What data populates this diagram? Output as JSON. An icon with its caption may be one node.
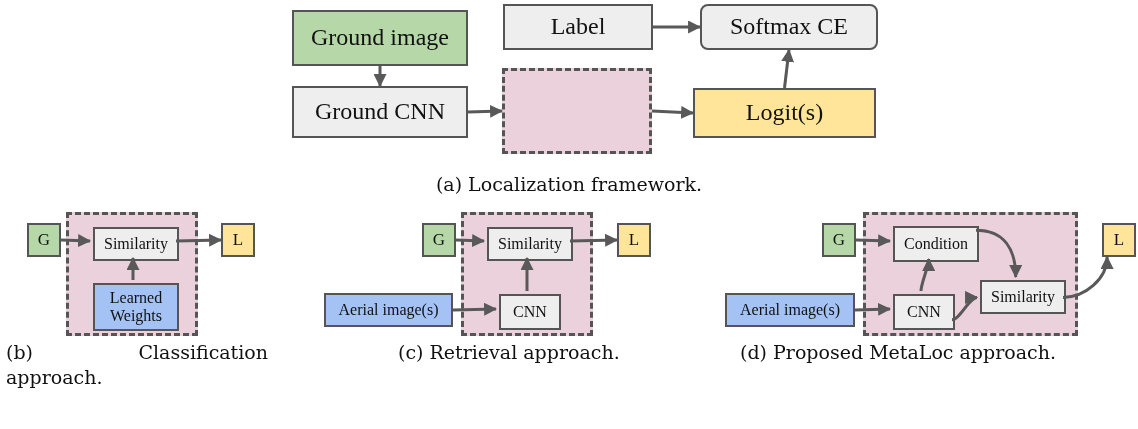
{
  "diagram": {
    "nodes": [
      {
        "text": [
          "Ground image"
        ]
      },
      {
        "text": [
          "Label"
        ]
      },
      {
        "text": [
          "Softmax CE"
        ]
      },
      {
        "text": [
          "Ground CNN"
        ]
      },
      {
        "text": [],
        "shape": "box"
      },
      {
        "text": [
          "Logit(s)"
        ]
      },
      {
        "text": [],
        "shape": "box"
      },
      {
        "text": [
          "G"
        ]
      },
      {
        "text": [
          "Similarity"
        ],
        "in": 6
      },
      {
        "text": [
          "Learned Weights"
        ],
        "in": 6
      },
      {
        "text": [
          "L"
        ]
      },
      {
        "text": [],
        "shape": "box"
      },
      {
        "text": [
          "G"
        ]
      },
      {
        "text": [
          "Similarity"
        ],
        "in": 11
      },
      {
        "text": [
          "Aerial image(s)"
        ]
      },
      {
        "text": [
          "CNN"
        ],
        "in": 11
      },
      {
        "text": [
          "L"
        ]
      },
      {
        "text": [],
        "shape": "box"
      },
      {
        "text": [
          "G"
        ]
      },
      {
        "text": [
          "Condition"
        ],
        "in": 17
      },
      {
        "text": [
          "Aerial image(s)"
        ]
      },
      {
        "text": [
          "CNN"
        ],
        "in": 17
      },
      {
        "text": [
          "Similarity"
        ],
        "in": 17
      },
      {
        "text": [
          "L"
        ]
      }
    ],
    "edges": [
      {
        "from": 0,
        "to": 3,
        "arrow": "to"
      },
      {
        "from": 1,
        "to": 2,
        "arrow": "to"
      },
      {
        "from": 3,
        "to": 4,
        "arrow": "to"
      },
      {
        "from": 4,
        "to": 5,
        "arrow": "to"
      },
      {
        "from": 5,
        "to": 2,
        "arrow": "to"
      },
      {
        "from": 7,
        "to": 8,
        "arrow": "to"
      },
      {
        "from": 8,
        "to": 10,
        "arrow": "to"
      },
      {
        "from": 9,
        "to": 8,
        "arrow": "to"
      },
      {
        "from": 12,
        "to": 13,
        "arrow": "to"
      },
      {
        "from": 13,
        "to": 16,
        "arrow": "to"
      },
      {
        "from": 14,
        "to": 15,
        "arrow": "to"
      },
      {
        "from": 15,
        "to": 13,
        "arrow": "to"
      },
      {
        "from": 18,
        "to": 19,
        "arrow": "to"
      },
      {
        "from": 20,
        "to": 21,
        "arrow": "to"
      },
      {
        "from": 21,
        "to": 19,
        "arrow": "to"
      },
      {
        "from": 19,
        "to": 22,
        "arrow": "to"
      },
      {
        "from": 21,
        "to": 22,
        "arrow": "to"
      },
      {
        "from": 22,
        "to": 23,
        "arrow": "to"
      }
    ],
    "labels": [
      "(a) Localization framework.",
      "(b) Classification approach.",
      "(c) Retrieval approach.",
      "(d) Proposed MetaLoc approach."
    ]
  }
}
